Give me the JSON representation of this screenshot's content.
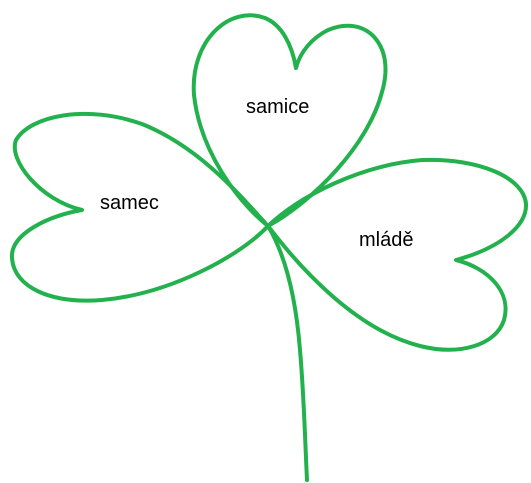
{
  "clover": {
    "stroke_color": "#22b14c",
    "leaves": [
      {
        "id": "top",
        "label": "samice"
      },
      {
        "id": "left",
        "label": "samec"
      },
      {
        "id": "right",
        "label": "mládě"
      }
    ]
  }
}
